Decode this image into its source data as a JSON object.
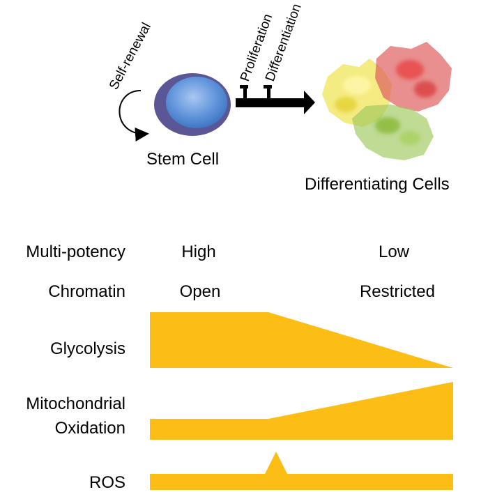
{
  "top": {
    "self_renewal": "Self-renewal",
    "proliferation": "Proliferation",
    "differentiation": "Differentiation",
    "stem_cell": "Stem Cell",
    "differentiating_cells": "Differentiating Cells"
  },
  "rows": {
    "multipotency": {
      "label": "Multi-potency",
      "left": "High",
      "right": "Low"
    },
    "chromatin": {
      "label": "Chromatin",
      "left": "Open",
      "right": "Restricted"
    },
    "glycolysis": {
      "label": "Glycolysis"
    },
    "mito_line1": "Mitochondrial",
    "mito_line2": "Oxidation",
    "ros": {
      "label": "ROS"
    }
  },
  "colors": {
    "profile_fill": "#FCBD15",
    "stem_outer": "#5B5796",
    "stem_inner": "#4F86D2",
    "arrow": "#000000",
    "cell_yellow": "#F2E45A",
    "cell_red": "#E0605F",
    "cell_green": "#9CC85A"
  }
}
